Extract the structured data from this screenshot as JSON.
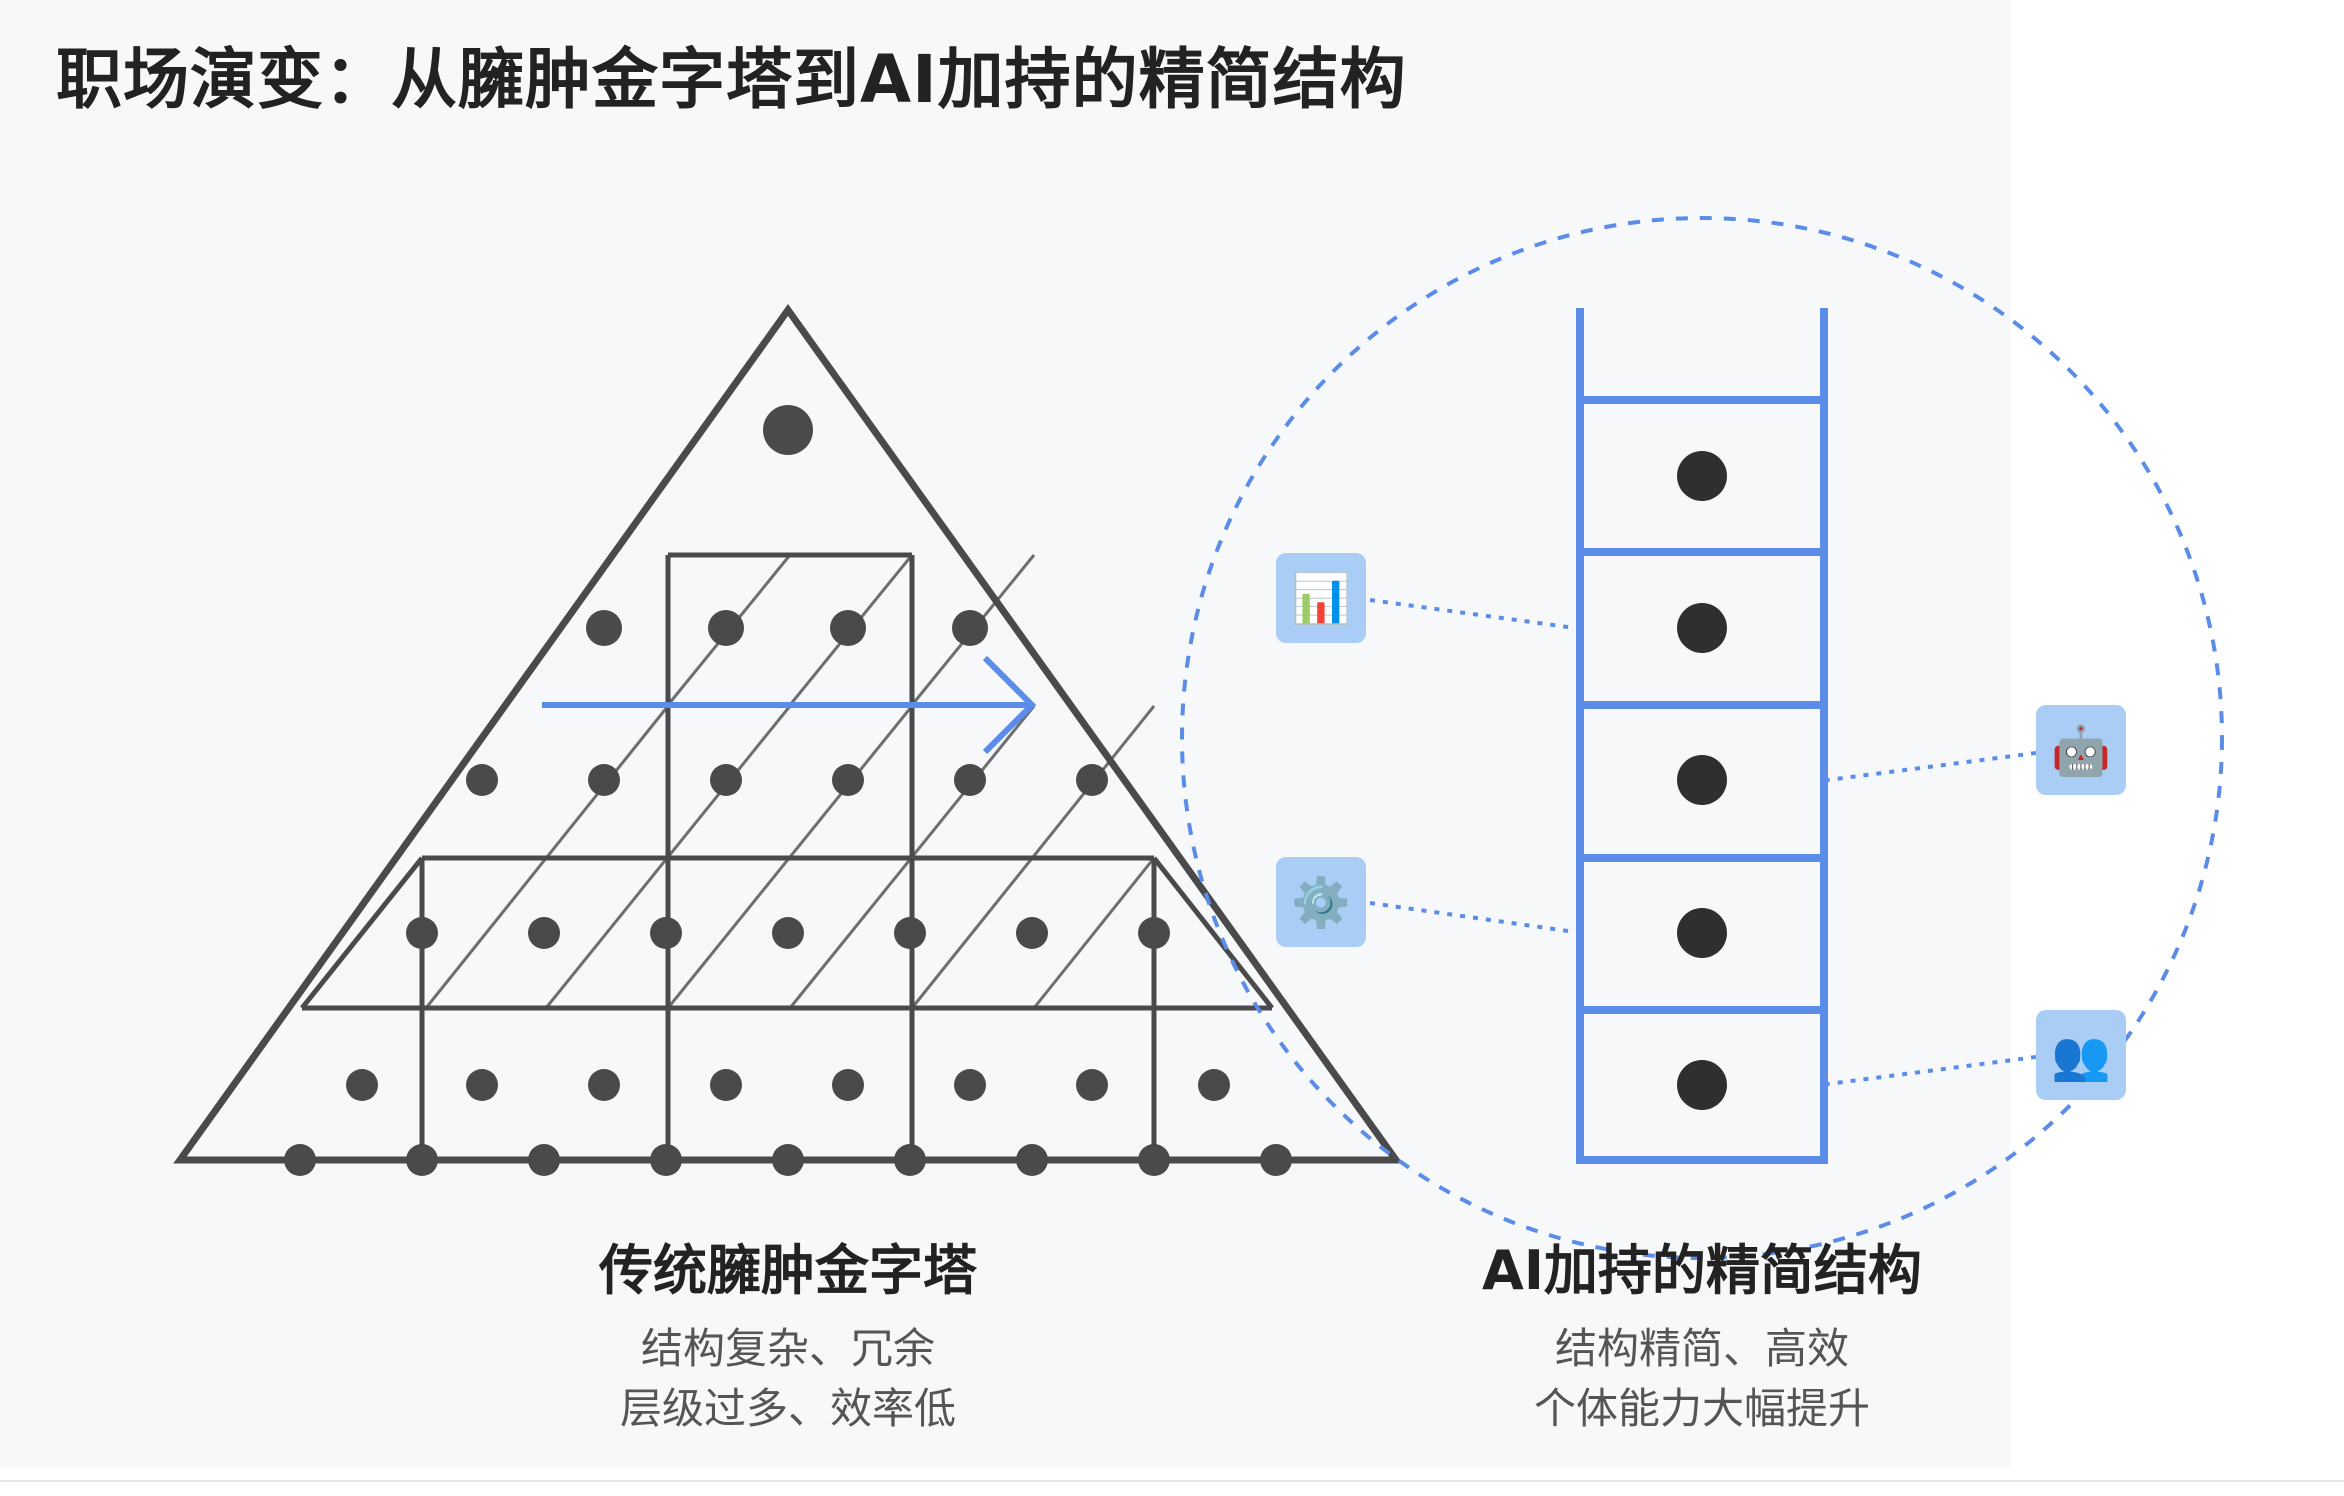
{
  "title": "职场演变：从臃肿金字塔到AI加持的精简结构",
  "left": {
    "heading": "传统臃肿金字塔",
    "line1": "结构复杂、冗余",
    "line2": "层级过多、效率低"
  },
  "right": {
    "heading": "AI加持的精简结构",
    "line1": "结构精简、高效",
    "line2": "个体能力大幅提升"
  },
  "icons": {
    "chart": "📊",
    "gear": "⚙️",
    "robot": "🤖",
    "people": "👥"
  },
  "colors": {
    "blue": "#5b8ce8",
    "dark": "#4a4a4a"
  }
}
